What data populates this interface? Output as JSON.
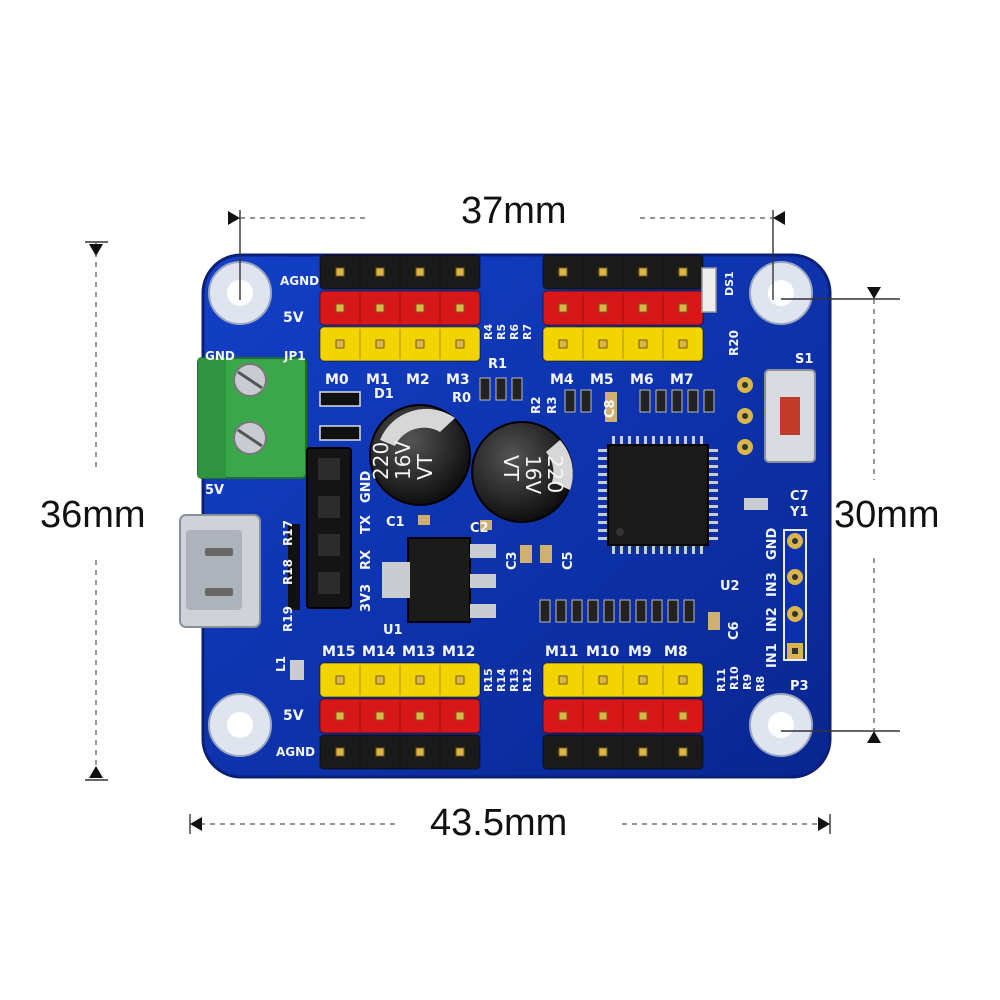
{
  "dimensions": {
    "top": "37mm",
    "bottom": "43.5mm",
    "left": "36mm",
    "right": "30mm"
  },
  "silkscreen": {
    "top_left_power": [
      "AGND",
      "5V"
    ],
    "bottom_left_power": [
      "5V",
      "AGND"
    ],
    "top_left_servos": [
      "M0",
      "M1",
      "M2",
      "M3"
    ],
    "top_right_servos": [
      "M4",
      "M5",
      "M6",
      "M7"
    ],
    "bottom_left_servos": [
      "M15",
      "M14",
      "M13",
      "M12"
    ],
    "bottom_right_servos": [
      "M11",
      "M10",
      "M9",
      "M8"
    ],
    "serial_header": [
      "GND",
      "TX",
      "RX",
      "3V3"
    ],
    "input_header": [
      "GND",
      "IN3",
      "IN2",
      "IN1"
    ],
    "misc": [
      "GND",
      "JP1",
      "5V",
      "D1",
      "R0",
      "R1",
      "C1",
      "C2",
      "C3",
      "C5",
      "C6",
      "C7",
      "C8",
      "U1",
      "U2",
      "Y1",
      "S1",
      "P3",
      "DS1",
      "R20",
      "L1",
      "R17",
      "R18",
      "R19",
      "R2",
      "R3",
      "R4",
      "R5",
      "R6",
      "R7",
      "R8",
      "R9",
      "R10",
      "R11",
      "R12",
      "R13",
      "R14",
      "R15"
    ]
  },
  "capacitor_label": {
    "line1": "220",
    "line2": "16V",
    "line3": "VT"
  },
  "colors": {
    "pcb": "#0c2fb0",
    "header_black": "#1a1a1a",
    "header_red": "#d81818",
    "header_yellow": "#f2d400",
    "terminal_green": "#3aa84a"
  }
}
